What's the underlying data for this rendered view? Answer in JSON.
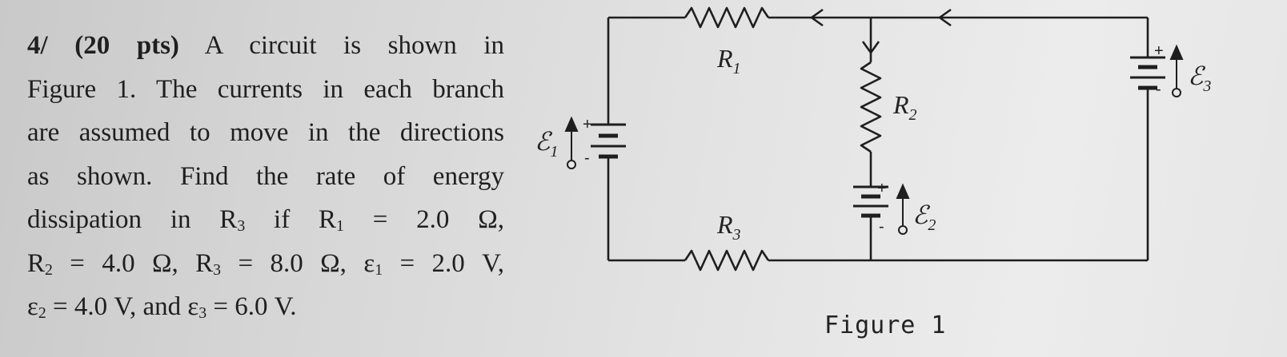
{
  "problem": {
    "number": "4/",
    "points": "(20 pts)",
    "lines": [
      "A circuit is shown in",
      "Figure 1. The currents in each branch",
      "are assumed to move in the directions",
      "as shown. Find the rate of energy"
    ],
    "line5_prefix": "dissipation in R",
    "line5_mid": " if R",
    "line5_end": " = 2.0 Ω,",
    "line6_a": "R",
    "line6_b": " = 4.0 Ω, R",
    "line6_c": " = 8.0 Ω, ε",
    "line6_d": " = 2.0 V,",
    "line7_a": "ε",
    "line7_b": " = 4.0 V, and ε",
    "line7_c": " = 6.0 V.",
    "sub_1": "1",
    "sub_2": "2",
    "sub_3": "3"
  },
  "figure": {
    "caption": "Figure 1",
    "labels": {
      "R1": "R",
      "R1_sub": "1",
      "R2": "R",
      "R2_sub": "2",
      "R3": "R",
      "R3_sub": "3",
      "E1": "ℰ",
      "E1_sub": "1",
      "E2": "ℰ",
      "E2_sub": "2",
      "E3": "ℰ",
      "E3_sub": "3",
      "plus": "+",
      "minus": "-"
    }
  }
}
